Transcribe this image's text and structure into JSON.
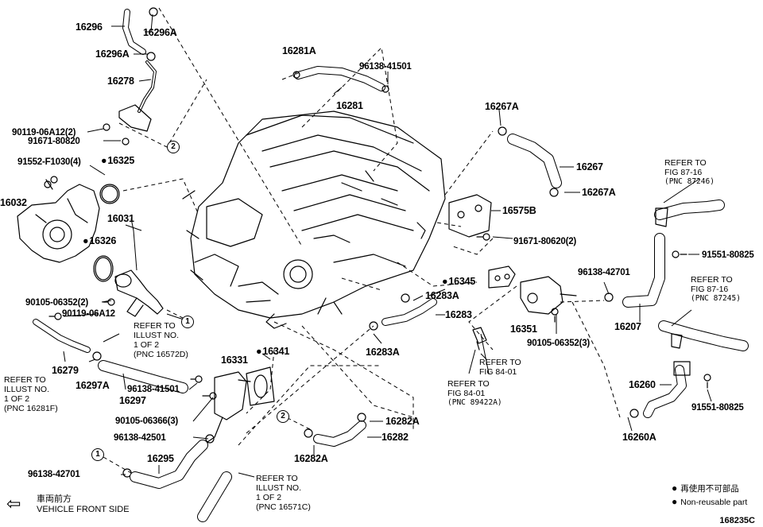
{
  "parts": [
    {
      "id": "p16296",
      "text": "16296"
    },
    {
      "id": "p16296A_1",
      "text": "16296A"
    },
    {
      "id": "p16296A_2",
      "text": "16296A"
    },
    {
      "id": "p16278",
      "text": "16278"
    },
    {
      "id": "p90119_06A12_2",
      "text": "90119-06A12(2)"
    },
    {
      "id": "p91671_80820",
      "text": "91671-80820"
    },
    {
      "id": "p91552_F1030",
      "text": "91552-F1030(4)"
    },
    {
      "id": "p16325",
      "text": "16325",
      "nonreusable": true
    },
    {
      "id": "p16032",
      "text": "16032"
    },
    {
      "id": "p16031",
      "text": "16031"
    },
    {
      "id": "p16326",
      "text": "16326",
      "nonreusable": true
    },
    {
      "id": "p90105_06352_2",
      "text": "90105-06352(2)"
    },
    {
      "id": "p90119_06A12",
      "text": "90119-06A12"
    },
    {
      "id": "p16279",
      "text": "16279"
    },
    {
      "id": "p16297A",
      "text": "16297A"
    },
    {
      "id": "p16297",
      "text": "16297"
    },
    {
      "id": "p16281A",
      "text": "16281A"
    },
    {
      "id": "p96138_41501_a",
      "text": "96138-41501"
    },
    {
      "id": "p16281",
      "text": "16281"
    },
    {
      "id": "p16267A_1",
      "text": "16267A"
    },
    {
      "id": "p16267",
      "text": "16267"
    },
    {
      "id": "p16267A_2",
      "text": "16267A"
    },
    {
      "id": "p16575B",
      "text": "16575B"
    },
    {
      "id": "p91671_80620",
      "text": "91671-80620(2)"
    },
    {
      "id": "p16345",
      "text": "16345",
      "nonreusable": true
    },
    {
      "id": "p16283A_1",
      "text": "16283A"
    },
    {
      "id": "p16283",
      "text": "16283"
    },
    {
      "id": "p16283A_2",
      "text": "16283A"
    },
    {
      "id": "p16341",
      "text": "16341",
      "nonreusable": true
    },
    {
      "id": "p16331",
      "text": "16331"
    },
    {
      "id": "p96138_41501_b",
      "text": "96138-41501"
    },
    {
      "id": "p90105_06366",
      "text": "90105-06366(3)"
    },
    {
      "id": "p96138_42501",
      "text": "96138-42501"
    },
    {
      "id": "p16295",
      "text": "16295"
    },
    {
      "id": "p96138_42701_a",
      "text": "96138-42701"
    },
    {
      "id": "p16282A_1",
      "text": "16282A"
    },
    {
      "id": "p16282",
      "text": "16282"
    },
    {
      "id": "p16282A_2",
      "text": "16282A"
    },
    {
      "id": "p16351",
      "text": "16351"
    },
    {
      "id": "p90105_06352_3",
      "text": "90105-06352(3)"
    },
    {
      "id": "p96138_42701_b",
      "text": "96138-42701"
    },
    {
      "id": "p16207",
      "text": "16207"
    },
    {
      "id": "p91551_80825_a",
      "text": "91551-80825"
    },
    {
      "id": "p16260",
      "text": "16260"
    },
    {
      "id": "p91551_80825_b",
      "text": "91551-80825"
    },
    {
      "id": "p16260A",
      "text": "16260A"
    }
  ],
  "callouts": {
    "c1a": "1",
    "c2a": "2",
    "c1b": "1",
    "c2b": "2"
  },
  "notes": {
    "ref_16281F": [
      "REFER TO",
      "ILLUST NO.",
      "1 OF 2",
      "(PNC 16281F)"
    ],
    "ref_16572D": [
      "REFER TO",
      "ILLUST NO.",
      "1 OF 2",
      "(PNC 16572D)"
    ],
    "ref_16571C": [
      "REFER TO",
      "ILLUST NO.",
      "1 OF 2",
      "(PNC 16571C)"
    ],
    "ref_fig84_a": [
      "REFER TO",
      "FIG 84-01"
    ],
    "ref_fig84_b": [
      "REFER TO",
      "FIG 84-01",
      "(PNC 89422A)"
    ],
    "ref_fig87_a": [
      "REFER TO",
      "FIG 87-16",
      "(PNC 87246)"
    ],
    "ref_fig87_b": [
      "REFER TO",
      "FIG 87-16",
      "(PNC 87245)"
    ]
  },
  "legend": {
    "line1": "再使用不可部品",
    "line2": "Non-reusable part"
  },
  "front": {
    "jp": "車両前方",
    "en": "VEHICLE FRONT SIDE"
  },
  "drawing_code": "168235C"
}
